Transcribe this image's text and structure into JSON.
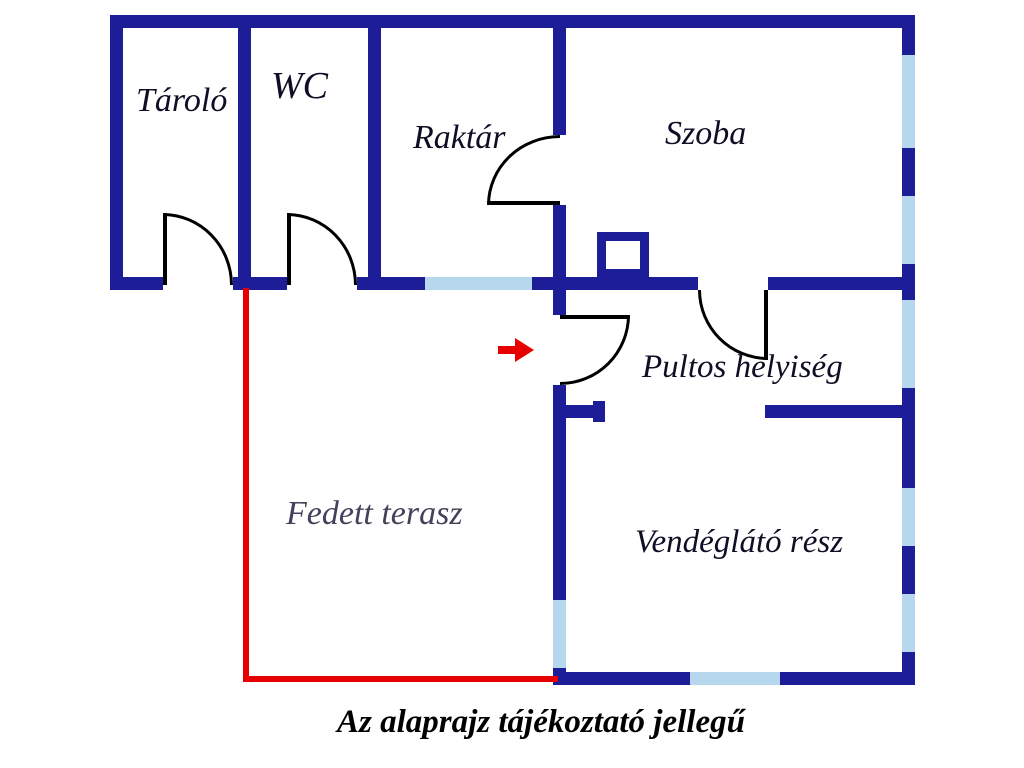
{
  "plan": {
    "rooms": {
      "tarolo": "Tároló",
      "wc": "WC",
      "raktar": "Raktár",
      "szoba": "Szoba",
      "pultos": "Pultos helyiség",
      "fedett_terasz": "Fedett terasz",
      "vendeglato": "Vendéglátó rész"
    },
    "caption": "Az alaprajz tájékoztató jellegű",
    "colors": {
      "wall": "#1d1d97",
      "window": "#b7d7ef",
      "terrace_line": "#e60000",
      "arrow": "#e60000",
      "door_line": "#000000",
      "label": "#0e0e24",
      "background": "#ffffff"
    },
    "icons": {
      "entrance_arrow": "right-arrow"
    }
  }
}
